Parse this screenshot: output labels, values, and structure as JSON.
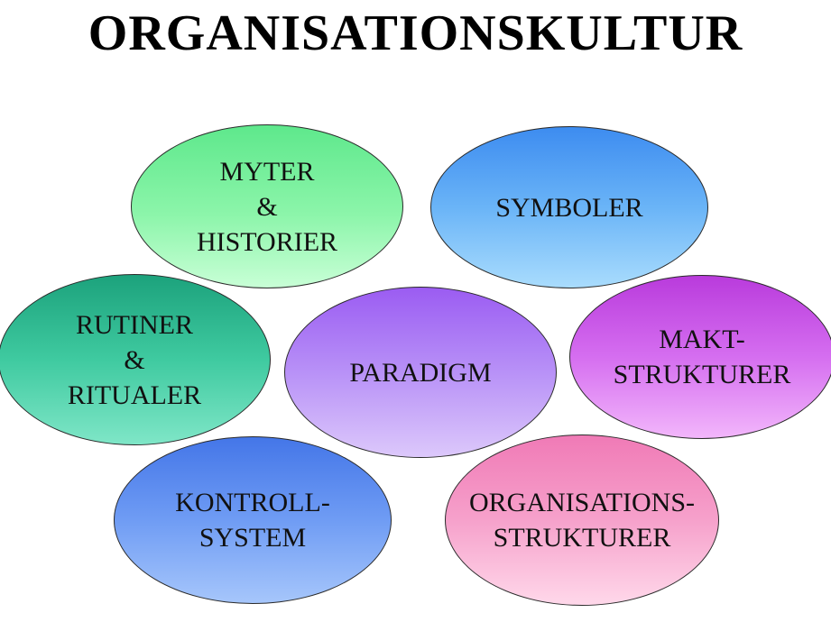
{
  "title": "ORGANISATIONSKULTUR",
  "nodes": {
    "myter": {
      "label": "MYTER\n&\nHISTORIER",
      "color": "#8cf5aa"
    },
    "symboler": {
      "label": "SYMBOLER",
      "color": "#6ab4f7"
    },
    "rutiner": {
      "label": "RUTINER\n&\nRITUALER",
      "color": "#3fcaa0"
    },
    "paradigm": {
      "label": "PARADIGM",
      "color": "#b891f7"
    },
    "makt": {
      "label": "MAKT-\nSTRUKTURER",
      "color": "#d56ef0"
    },
    "kontroll": {
      "label": "KONTROLL-\nSYSTEM",
      "color": "#6f9cf4"
    },
    "org": {
      "label": "ORGANISATIONS-\nSTRUKTURER",
      "color": "#f6a1cb"
    }
  }
}
